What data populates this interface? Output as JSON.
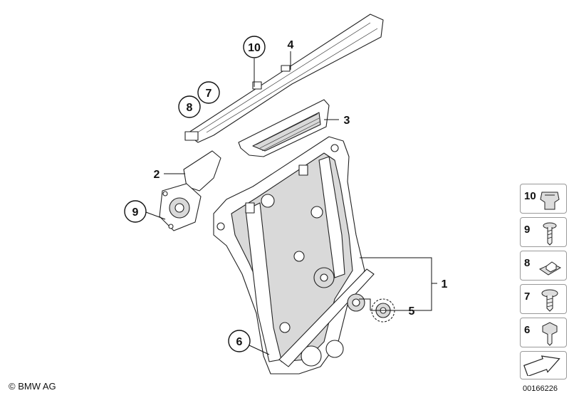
{
  "diagram": {
    "callouts": [
      {
        "id": "10",
        "label": "10"
      },
      {
        "id": "4",
        "label": "4"
      },
      {
        "id": "7",
        "label": "7"
      },
      {
        "id": "8",
        "label": "8"
      },
      {
        "id": "3",
        "label": "3"
      },
      {
        "id": "2",
        "label": "2"
      },
      {
        "id": "9",
        "label": "9"
      },
      {
        "id": "1",
        "label": "1"
      },
      {
        "id": "5",
        "label": "5"
      },
      {
        "id": "6",
        "label": "6"
      }
    ]
  },
  "legend": [
    {
      "label": "10",
      "icon": "clip-nut-icon"
    },
    {
      "label": "9",
      "icon": "screw-icon"
    },
    {
      "label": "8",
      "icon": "plate-nut-icon"
    },
    {
      "label": "7",
      "icon": "flange-screw-icon"
    },
    {
      "label": "6",
      "icon": "hex-bolt-icon"
    }
  ],
  "footer": {
    "copyright": "© BMW AG",
    "diagram_id": "00166226"
  }
}
